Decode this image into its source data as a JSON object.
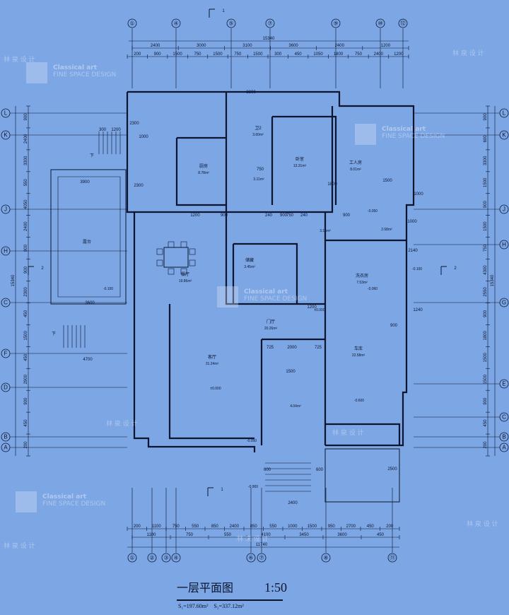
{
  "drawing": {
    "title": "一层平面图",
    "scale": "1:50",
    "area_left": "S₁=197.60m²",
    "area_right": "S₂=337.12m²"
  },
  "axes_top": [
    "①",
    "④",
    "⑤",
    "⑦",
    "⑨",
    "⑩",
    "⑫"
  ],
  "axes_bottom": [
    "①",
    "②",
    "③",
    "④",
    "⑥",
    "⑦",
    "⑧",
    "⑪"
  ],
  "axes_left": [
    "L",
    "K",
    "J",
    "H",
    "C",
    "F",
    "D",
    "B",
    "A"
  ],
  "axes_right": [
    "L",
    "K",
    "J",
    "H",
    "G",
    "E",
    "C",
    "B",
    "A"
  ],
  "section_marks": [
    "1",
    "1",
    "2",
    "2"
  ],
  "dims_top_total": "15340",
  "dims_top_row1": [
    "2400",
    "3000",
    "3100",
    "3600",
    "2400",
    "1200"
  ],
  "dims_top_row2": [
    "200",
    "900",
    "1500",
    "750",
    "1500",
    "750",
    "1500",
    "300",
    "450",
    "1050",
    "1800",
    "750",
    "2400",
    "1200"
  ],
  "dims_bottom_row1": [
    "200",
    "1100",
    "750",
    "550",
    "850",
    "2400",
    "850",
    "550",
    "1000",
    "1500",
    "950",
    "2700",
    "450",
    "200"
  ],
  "dims_bottom_row2": [
    "1100",
    "750",
    "550",
    "4100",
    "3450",
    "3600",
    "450"
  ],
  "dims_bottom_total": "11740",
  "dims_left_total": "15340",
  "dims_right_total": "15340",
  "dims_side_left": [
    "900",
    "2400",
    "3300",
    "550",
    "4050",
    "2400",
    "800",
    "900",
    "2300",
    "450",
    "1500",
    "450",
    "2900",
    "900",
    "450",
    "200"
  ],
  "dims_side_right": [
    "900",
    "600",
    "3300",
    "1500",
    "900",
    "1500",
    "750",
    "4300",
    "2550",
    "900",
    "1800",
    "1500",
    "1500",
    "900",
    "450",
    "200"
  ],
  "rooms": [
    {
      "name": "厨房",
      "area": "8.78m²"
    },
    {
      "name": "卧室",
      "area": "13.31m²"
    },
    {
      "name": "工人房",
      "area": "8.01m²"
    },
    {
      "name": "卫2",
      "area": "3.60m²"
    },
    {
      "name": "餐厅",
      "area": "19.86m²"
    },
    {
      "name": "储藏",
      "area": "3.45m²"
    },
    {
      "name": "洗衣房",
      "area": "7.53m²"
    },
    {
      "name": "门厅",
      "area": "20.26m²"
    },
    {
      "name": "客厅",
      "area": "31.24m²"
    },
    {
      "name": "车库",
      "area": "22.58m²"
    },
    {
      "name": "露台",
      "area": ""
    }
  ],
  "small_areas": [
    "3.11m²",
    "3.15m²",
    "2.68m²",
    "4.04m²"
  ],
  "levels": [
    "±0.000",
    "-0.100",
    "-0.050",
    "-0.060",
    "-0.050",
    "-0.900",
    "-0.600",
    "±0.000",
    "-0.100"
  ],
  "interior_dims": [
    "1200",
    "900",
    "750",
    "240",
    "900",
    "750",
    "240",
    "900",
    "3600",
    "1200",
    "1240",
    "2140",
    "1500",
    "2000",
    "725",
    "725",
    "900",
    "600",
    "2400",
    "600",
    "4700",
    "3900",
    "2300",
    "3800",
    "1000",
    "1000",
    "1200",
    "300",
    "2300",
    "1000",
    "1500",
    "1800",
    "2500"
  ],
  "labels_down": [
    "下",
    "下"
  ],
  "watermark_brand": "Classical art",
  "watermark_sub": "FINE SPACE DESIGN",
  "watermark_cn": "林 泉 设 计"
}
